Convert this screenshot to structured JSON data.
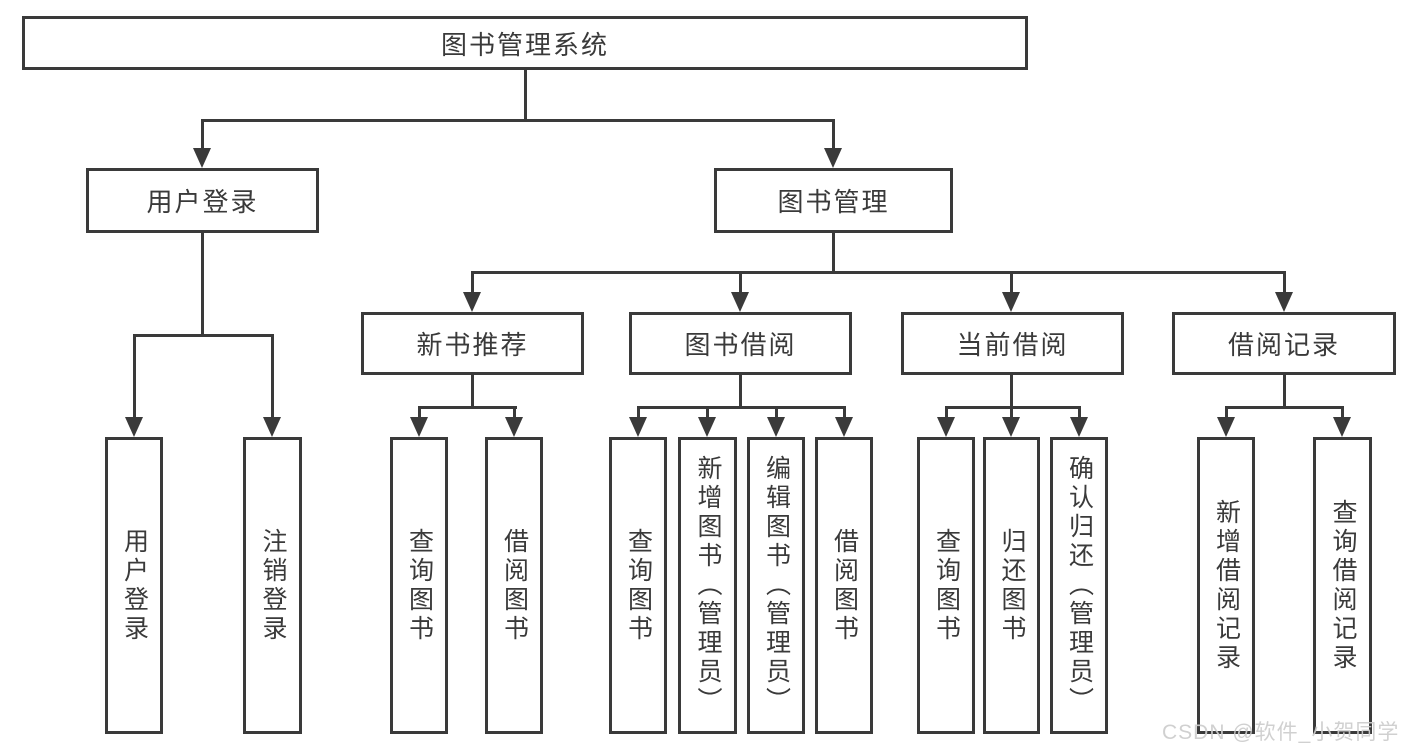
{
  "tree": {
    "root": "图书管理系统",
    "children": [
      {
        "label": "用户登录",
        "children": [
          "用户登录",
          "注销登录"
        ]
      },
      {
        "label": "图书管理",
        "children": [
          {
            "label": "新书推荐",
            "children": [
              "查询图书",
              "借阅图书"
            ]
          },
          {
            "label": "图书借阅",
            "children": [
              "查询图书",
              "新增图书（管理员）",
              "编辑图书（管理员）",
              "借阅图书"
            ]
          },
          {
            "label": "当前借阅",
            "children": [
              "查询图书",
              "归还图书",
              "确认归还（管理员）"
            ]
          },
          {
            "label": "借阅记录",
            "children": [
              "新增借阅记录",
              "查询借阅记录"
            ]
          }
        ]
      }
    ]
  },
  "watermark": {
    "text": "CSDN @软件_小贺同学"
  },
  "colors": {
    "line": "#3a3a3a",
    "box_border": "#3a3a3a",
    "text": "#3a3a3a",
    "background": "#ffffff",
    "watermark": "#cdcdcd"
  }
}
